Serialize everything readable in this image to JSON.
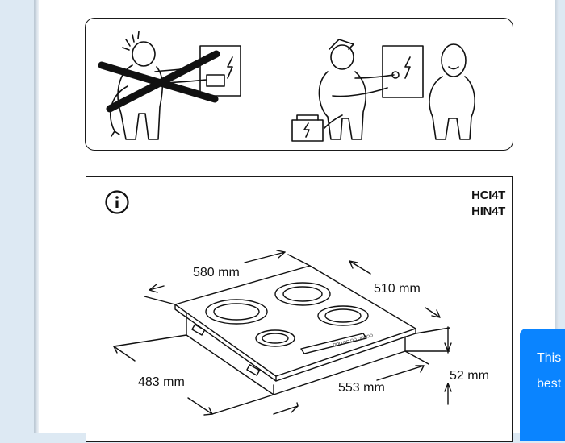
{
  "warning_panel": {
    "left_illustration": "person-touching-wiring-crossed-out-icon",
    "right_illustration": "electrician-installing-icon"
  },
  "spec": {
    "info_icon": "info-icon",
    "models": [
      "HCI4T",
      "HIN4T"
    ],
    "dimensions": {
      "width_top": "580 mm",
      "depth_top": "510 mm",
      "cutout_width": "553 mm",
      "cutout_depth": "483 mm",
      "height": "52 mm"
    },
    "control_panel_label": "OOO OO OO OOOOO"
  },
  "cookie_banner": {
    "line1": "This",
    "line2": "best"
  },
  "colors": {
    "background": "#dde9f3",
    "ink": "#111111",
    "banner": "#0a84ff"
  }
}
